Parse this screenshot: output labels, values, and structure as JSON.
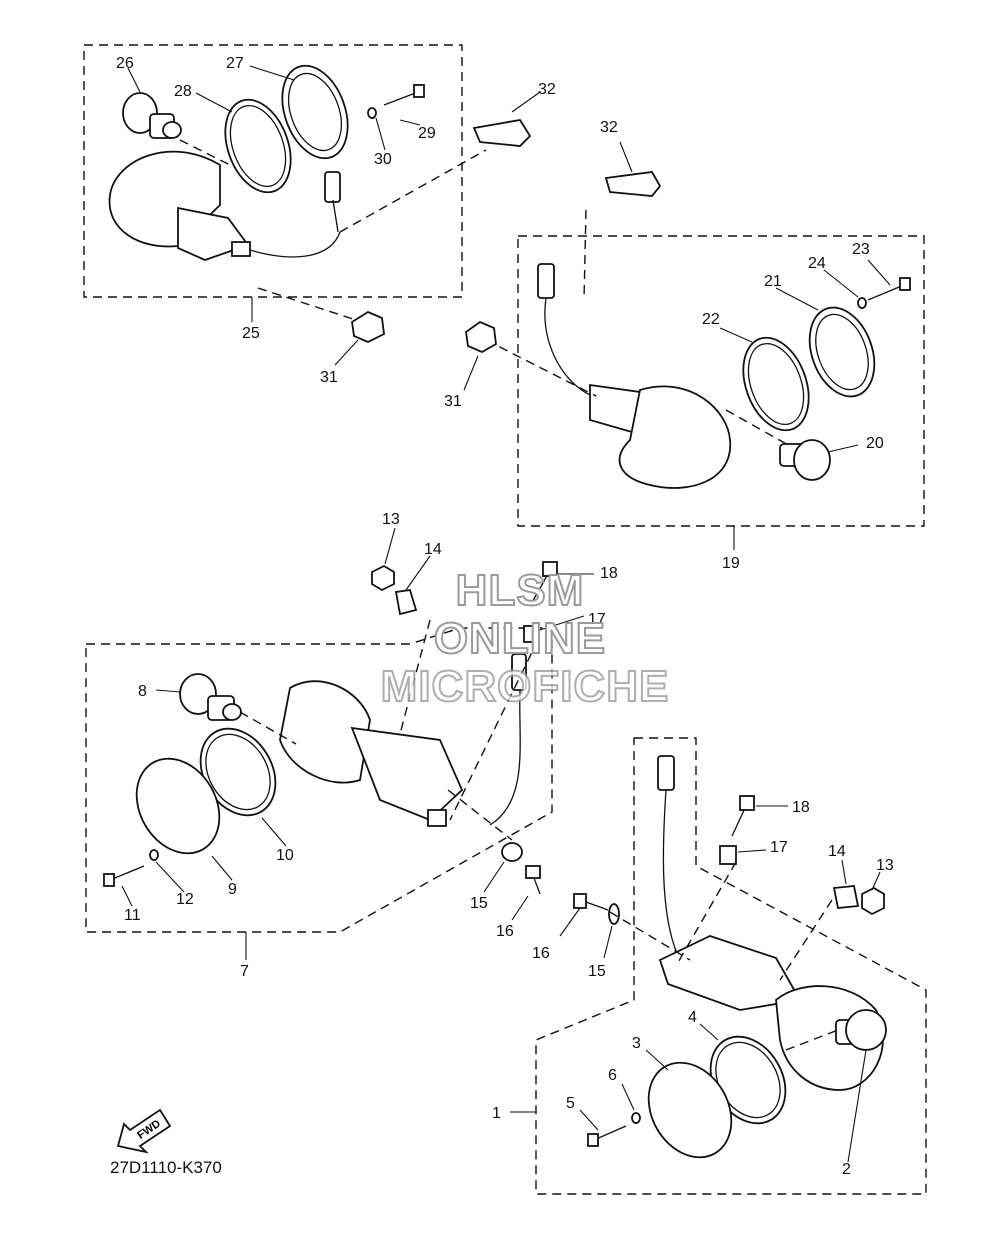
{
  "diagram_code": "27D1110-K370",
  "fwd_label": "FWD",
  "watermark": [
    "HLSM",
    "ONLINE",
    "MICROFICHE"
  ],
  "callouts": [
    "1",
    "2",
    "3",
    "4",
    "5",
    "6",
    "7",
    "8",
    "9",
    "10",
    "11",
    "12",
    "13",
    "14",
    "15",
    "16",
    "17",
    "18",
    "13",
    "14",
    "15",
    "16",
    "17",
    "18",
    "19",
    "20",
    "21",
    "22",
    "23",
    "24",
    "25",
    "26",
    "27",
    "28",
    "29",
    "30",
    "31",
    "31",
    "32",
    "32"
  ]
}
